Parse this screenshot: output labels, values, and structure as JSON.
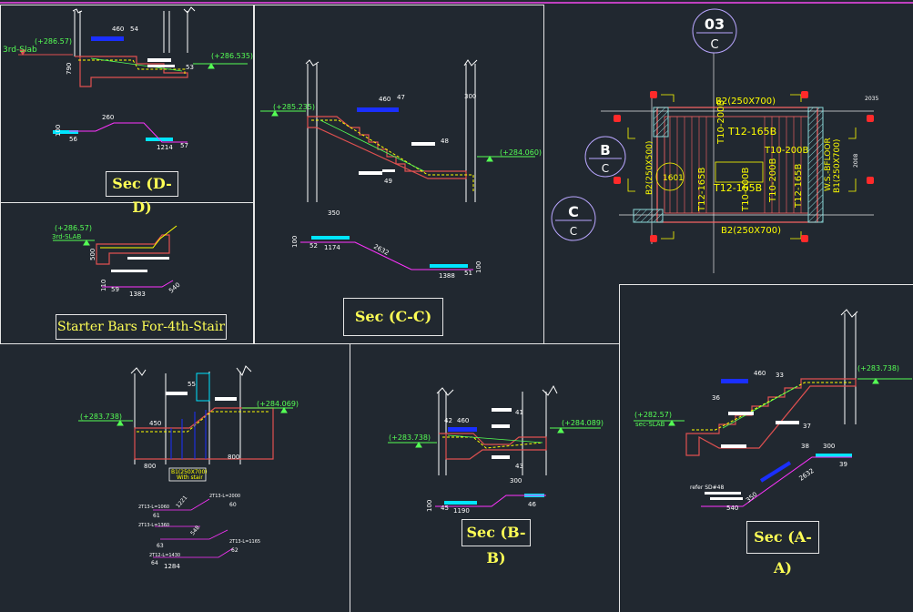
{
  "colors": {
    "background": "#212830",
    "frame": "#e6e6e6",
    "title_text": "#ffff55",
    "level_text": "#55ff55",
    "concrete": "#e05050",
    "rebar": "#ffff00",
    "dim_text": "#ffffff",
    "bar_blue": "#1a2fff",
    "bar_cyan": "#00e5ff",
    "magenta": "#ff33ff",
    "callout": "#b9a6ff",
    "beam": "#ff6666",
    "column_fill": "#2aa7a7",
    "axis_marker": "#ff2a2a"
  },
  "titles": {
    "sec_dd": "Sec (D-D)",
    "starter": "Starter Bars For-4th-Stair",
    "sec_cc": "Sec (C-C)",
    "sec_bb": "Sec (B-B)",
    "sec_aa": "Sec (A-A)"
  },
  "callouts": {
    "top_num": "03",
    "top_letter": "C",
    "b_num": "B",
    "b_letter": "C",
    "c_num": "C",
    "c_letter": "C"
  },
  "plan": {
    "beam_top": "B2(250X700)",
    "beam_bottom": "B2(250X700)",
    "beam_left": "B2(250X500)",
    "beam_right": "B1(250X700)",
    "wall": "W.S.-BFLOOR",
    "r1": "T12-165B",
    "r2": "T10-200B",
    "r3": "T12-165B",
    "r4": "T10-200B",
    "r5": "T12-165B",
    "r6": "T10-200B",
    "r7": "T12-165B",
    "r8": "T10-200B",
    "dim_left": "1601",
    "dim_top": "2035",
    "dim_right": "2008"
  },
  "dd": {
    "slab": "3rd-Slab",
    "lvl1": "(+286.57)",
    "lvl2": "(+286.535)",
    "d460": "460",
    "d54": "54",
    "d53": "53",
    "d790": "790",
    "d260": "260",
    "d100": "100",
    "d56": "56",
    "d1214": "1214",
    "d57": "57"
  },
  "starter": {
    "lvl": "(+286.57)",
    "slab": "3rd-SLAB",
    "d500": "500",
    "d110": "110",
    "d59": "59",
    "d1383": "1383",
    "d540": "540"
  },
  "cc": {
    "lvl1": "(+285.235)",
    "lvl2": "(+284.060)",
    "d460": "460",
    "d47": "47",
    "d48": "48",
    "d49": "49",
    "d300": "300",
    "d100a": "100",
    "d52": "52",
    "d1174": "1174",
    "d2632": "2632",
    "d1388": "1388",
    "d51": "51",
    "d100b": "100",
    "d350": "350"
  },
  "bl": {
    "lvl1": "(+283.738)",
    "lvl2": "(+284.069)",
    "d450": "450",
    "d55": "55",
    "d800a": "800",
    "d800b": "800",
    "beam": "B1(250X700)",
    "beam2": "With stair",
    "n1": "2T13-L=1060",
    "n2": "2T13-L=2000",
    "n3": "2T13-L=1360",
    "n4": "2T13-L=1165",
    "n5": "2T12-L=1430",
    "m61": "61",
    "m60": "60",
    "m63": "63",
    "m62": "62",
    "m64": "64",
    "d1284": "1284",
    "d1221": "1221",
    "d548": "548"
  },
  "bb": {
    "lvl1": "(+283.738)",
    "lvl2": "(+284.089)",
    "d460": "460",
    "d42": "42",
    "d41": "41",
    "d43": "43",
    "d300": "300",
    "d1190": "1190",
    "d45": "45",
    "d46": "46",
    "d100": "100"
  },
  "aa": {
    "lvl1": "(+282.57)",
    "slab": "sec-SLAB",
    "lvl2": "(+283.738)",
    "d460": "460",
    "d33": "33",
    "d36": "36",
    "d37": "37",
    "d38": "38",
    "d39": "39",
    "d300": "300",
    "refer": "refer SD#48",
    "d540": "540",
    "d2632": "2632",
    "d350": "350"
  }
}
